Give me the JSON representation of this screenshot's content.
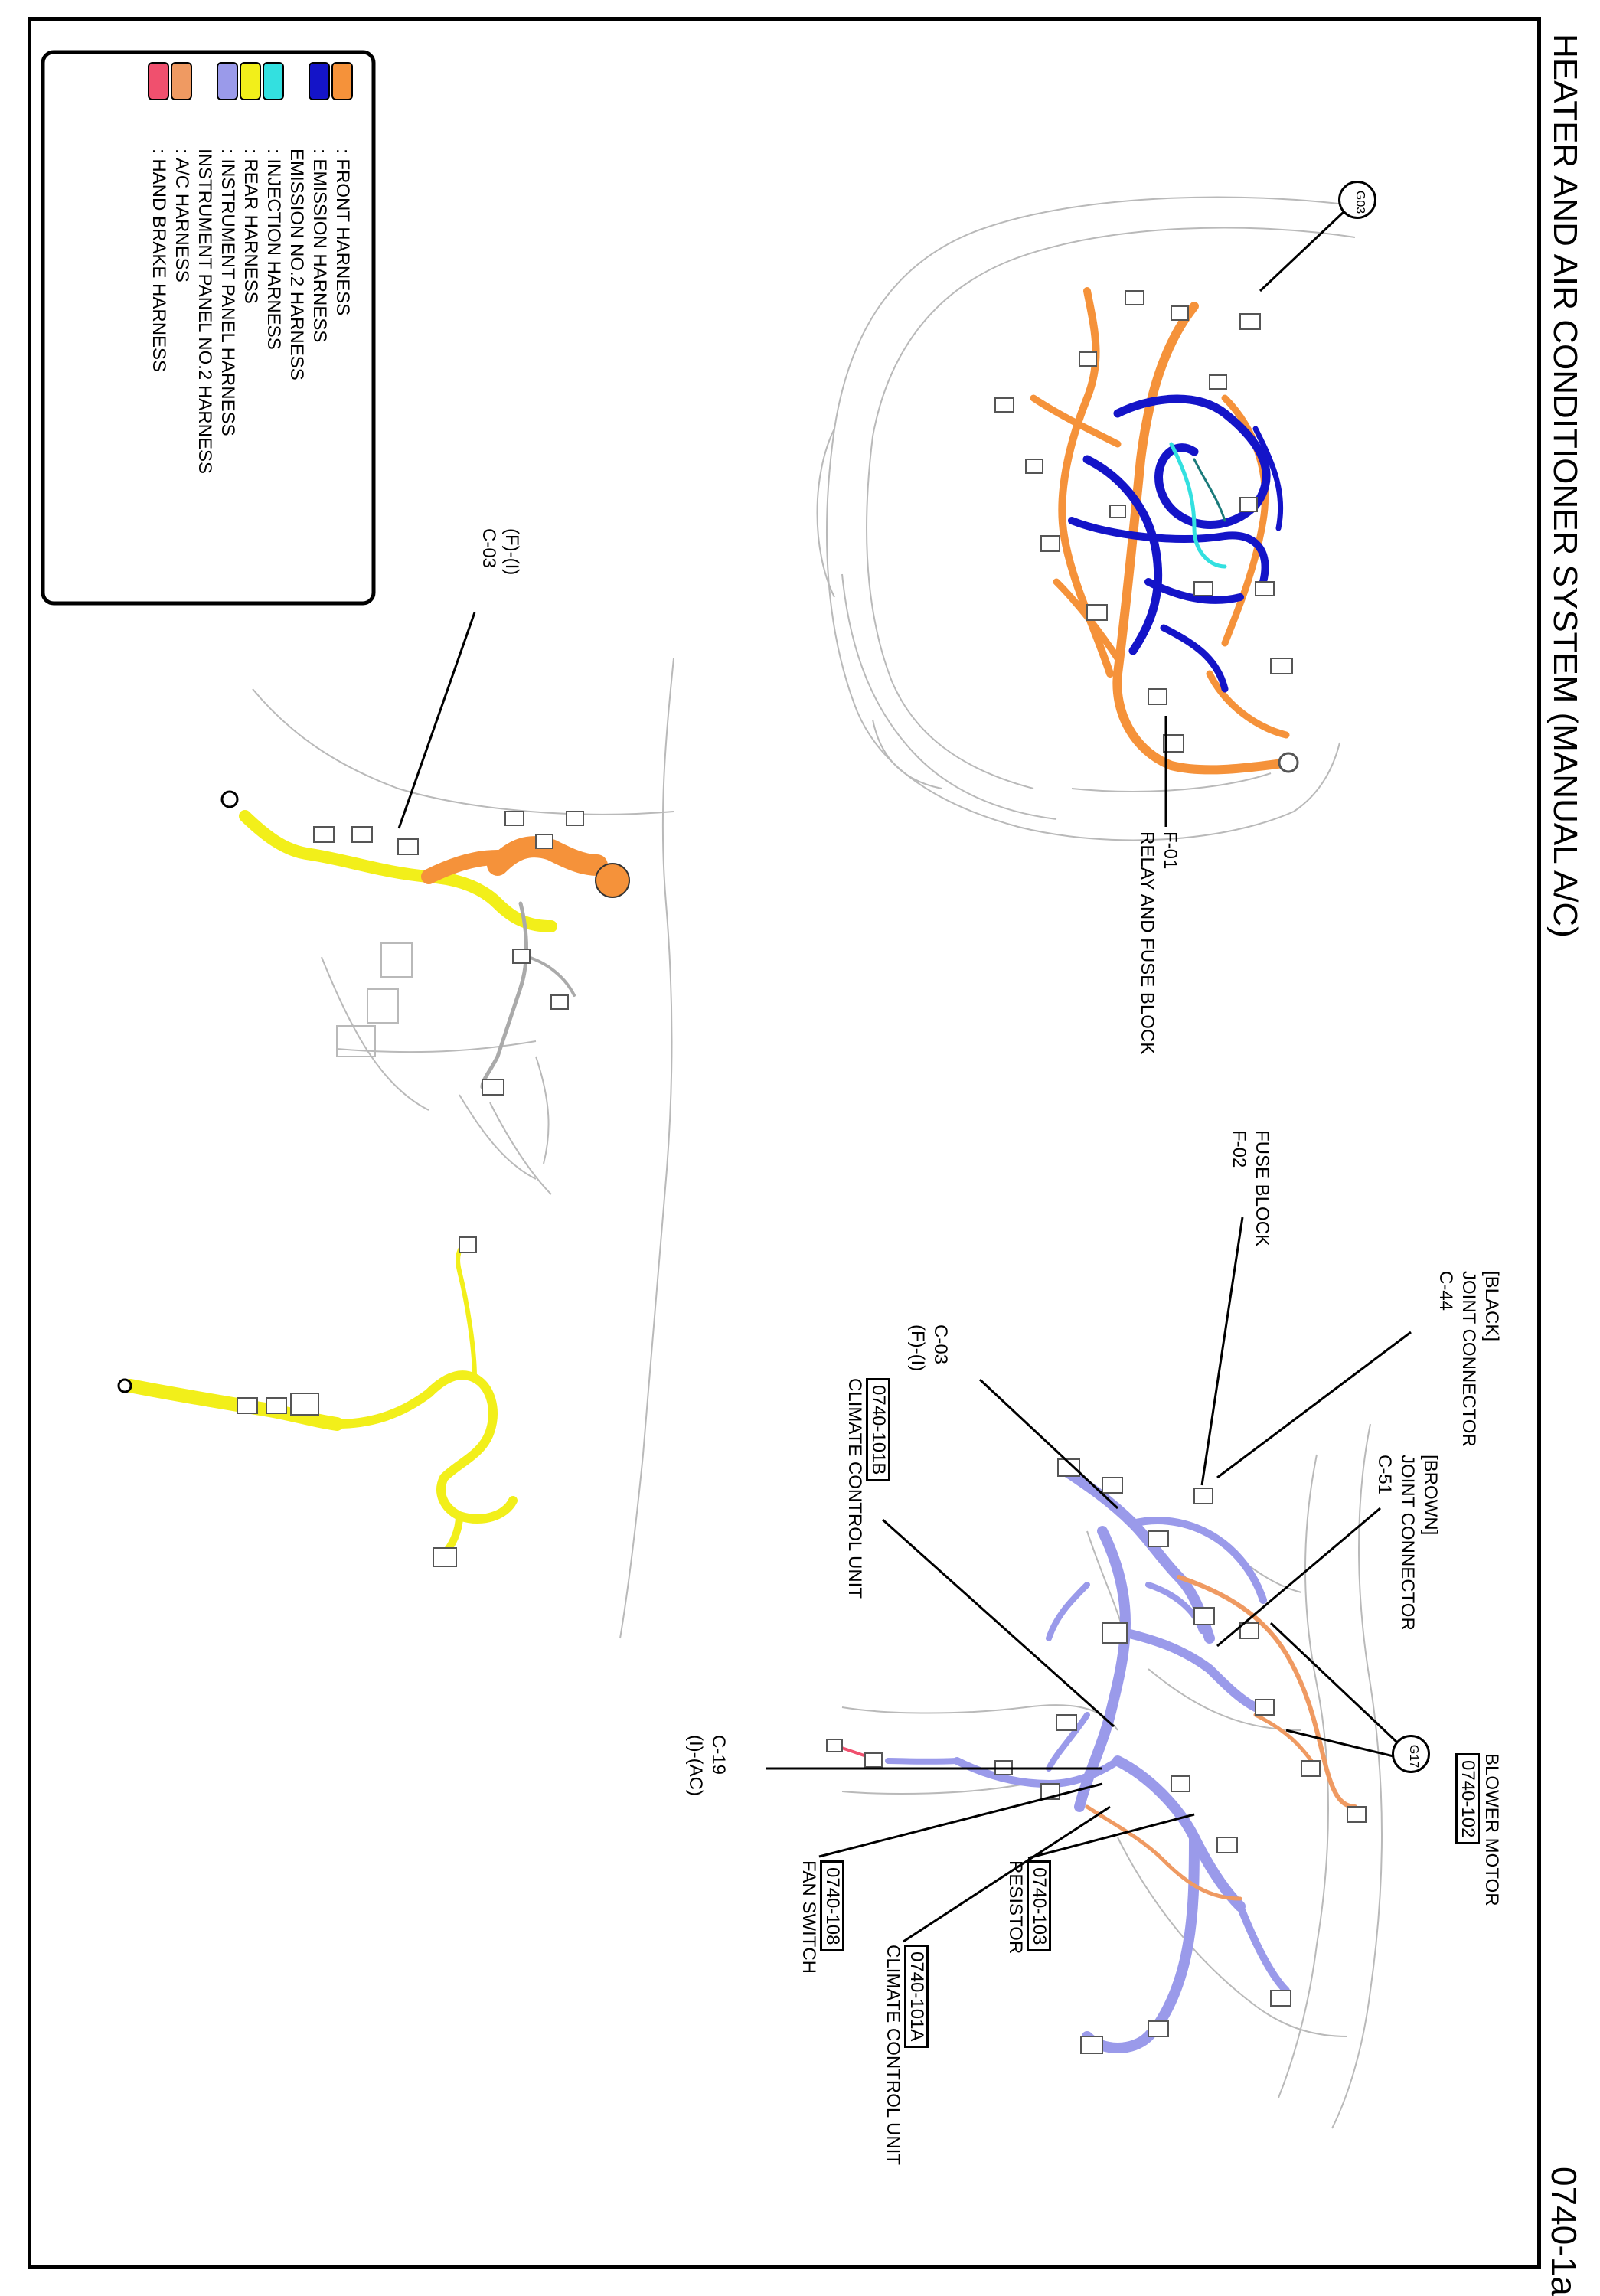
{
  "title": "HEATER AND AIR CONDITIONER SYSTEM (MANUAL A/C)",
  "page_number": "0740-1a",
  "legend": [
    {
      "colors": [
        "#f5923a"
      ],
      "label": ": FRONT HARNESS"
    },
    {
      "colors": [
        "#1414c8"
      ],
      "label": ": EMISSION HARNESS"
    },
    {
      "colors": [],
      "label": "EMISSION NO.2 HARNESS"
    },
    {
      "colors": [
        "#33e0e0"
      ],
      "label": ": INJECTION HARNESS"
    },
    {
      "colors": [
        "#f2ef1a"
      ],
      "label": ": REAR HARNESS"
    },
    {
      "colors": [
        "#9a9aea"
      ],
      "label": ": INSTRUMENT PANEL HARNESS"
    },
    {
      "colors": [],
      "label": "INSTRUMENT PANEL NO.2 HARNESS"
    },
    {
      "colors": [
        "#ef9a62"
      ],
      "label": ": A/C HARNESS"
    },
    {
      "colors": [
        "#f0506e"
      ],
      "label": ": HAND BRAKE HARNESS"
    }
  ],
  "ground_points": {
    "g03": "G03",
    "g17": "G17"
  },
  "callouts": {
    "f01": {
      "code": "F-01",
      "name": "RELAY AND FUSE BLOCK"
    },
    "f02": {
      "name": "FUSE BLOCK",
      "code": "F-02"
    },
    "c44": {
      "color": "[BLACK]",
      "name": "JOINT CONNECTOR",
      "code": "C-44"
    },
    "c51": {
      "color": "[BROWN]",
      "name": "JOINT CONNECTOR",
      "code": "C-51"
    },
    "c03_rear": {
      "sub": "(F)-(I)",
      "code": "C-03"
    },
    "c03_ip": {
      "code": "C-03",
      "sub": "(F)-(I)"
    },
    "c19": {
      "code": "C-19",
      "sub": "(I)-(AC)"
    },
    "ccu_b": {
      "ref": "0740-101B",
      "name": "CLIMATE CONTROL UNIT"
    },
    "ccu_a": {
      "ref": "0740-101A",
      "name": "CLIMATE CONTROL UNIT"
    },
    "fan_switch": {
      "ref": "0740-108",
      "name": "FAN SWITCH"
    },
    "resistor": {
      "ref": "0740-103",
      "name": "RESISTOR"
    },
    "blower": {
      "name": "BLOWER MOTOR",
      "ref": "0740-102"
    }
  },
  "harness_colors": {
    "front": "#f5923a",
    "emission": "#1414c8",
    "injection": "#33e0e0",
    "rear": "#f2ef1a",
    "instrument_panel": "#9a9aea",
    "ac": "#ef9a62",
    "hand_brake": "#f0506e"
  }
}
